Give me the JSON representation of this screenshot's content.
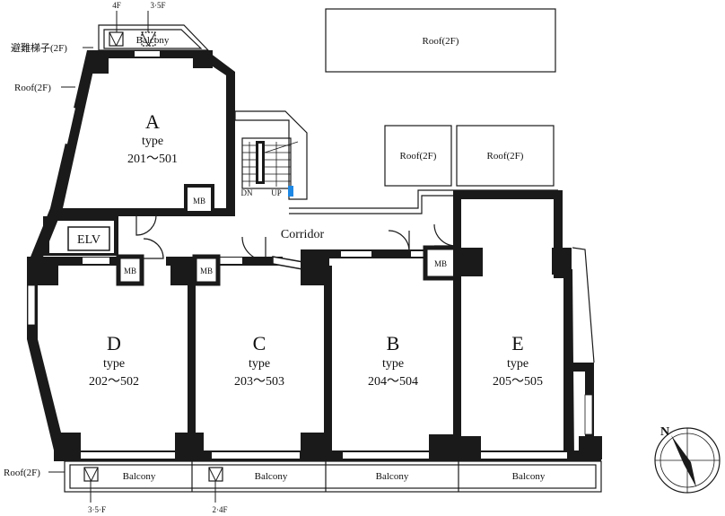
{
  "units": {
    "A": {
      "letter": "A",
      "type": "type",
      "range": "201～501"
    },
    "B": {
      "letter": "B",
      "type": "type",
      "range": "204～504"
    },
    "C": {
      "letter": "C",
      "type": "type",
      "range": "203～503"
    },
    "D": {
      "letter": "D",
      "type": "type",
      "range": "202～502"
    },
    "E": {
      "letter": "E",
      "type": "type",
      "range": "205～505"
    }
  },
  "labels": {
    "corridor": "Corridor",
    "elv": "ELV",
    "mb": "MB",
    "dn": "DN",
    "up": "UP",
    "balcony": "Balcony",
    "roof_2f": "Roof(2F)",
    "ladder": "避難梯子(2F)",
    "top_4f": "4F",
    "top_35f": "3·5F",
    "bottom_35f": "3·5·F",
    "bottom_24f": "2·4F"
  },
  "colors": {
    "wall": "#1a1a1a",
    "background": "#ffffff",
    "accent": "#1e88e5"
  },
  "icons": {
    "compass": "compass-north-icon",
    "hatch": "escape-hatch-icon"
  }
}
